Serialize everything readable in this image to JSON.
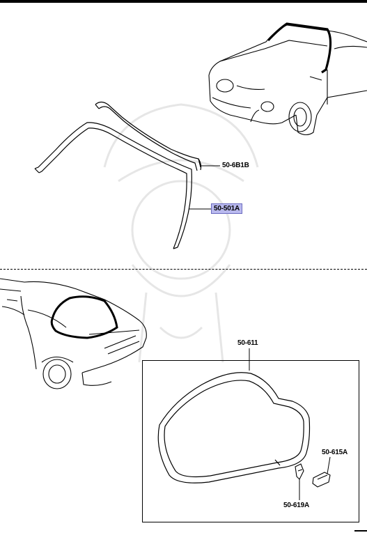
{
  "diagram": {
    "sections": [
      {
        "view": "front-windshield",
        "parts": [
          {
            "id": "windshield-molding",
            "label": "50-6B1B",
            "highlighted": false
          },
          {
            "id": "windshield-dam",
            "label": "50-501A",
            "highlighted": true
          }
        ]
      },
      {
        "view": "rear-hatch-glass",
        "parts": [
          {
            "id": "hatch-weatherstrip",
            "label": "50-611",
            "highlighted": false
          },
          {
            "id": "trim-end-cap",
            "label": "50-615A",
            "highlighted": false
          },
          {
            "id": "clip",
            "label": "50-619A",
            "highlighted": false
          }
        ]
      }
    ],
    "highlight_color": "#b9b9ee"
  }
}
